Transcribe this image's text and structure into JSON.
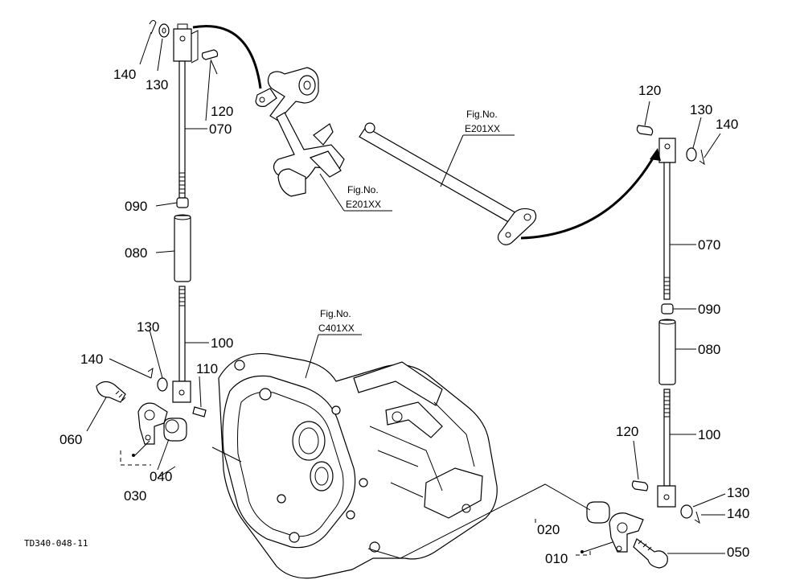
{
  "drawing_code": "TD340-048-11",
  "figure_refs": [
    {
      "id": "upper_center",
      "line1": "Fig.No.",
      "line2": "E201XX"
    },
    {
      "id": "middle_center",
      "line1": "Fig.No.",
      "line2": "E201XX"
    },
    {
      "id": "lower_center",
      "line1": "Fig.No.",
      "line2": "C401XX"
    }
  ],
  "callouts_left": {
    "c140_top": "140",
    "c130_top": "130",
    "c120_top": "120",
    "c070": "070",
    "c090": "090",
    "c080": "080",
    "c130_mid": "130",
    "c100": "100",
    "c140_mid": "140",
    "c110": "110",
    "c060": "060",
    "c040": "040",
    "c030": "030"
  },
  "callouts_right": {
    "c120_top": "120",
    "c130_top": "130",
    "c140_top": "140",
    "c070": "070",
    "c090": "090",
    "c080": "080",
    "c120_low": "120",
    "c100": "100",
    "c130_low": "130",
    "c140_low": "140",
    "c020": "020",
    "c010": "010",
    "c050": "050"
  }
}
